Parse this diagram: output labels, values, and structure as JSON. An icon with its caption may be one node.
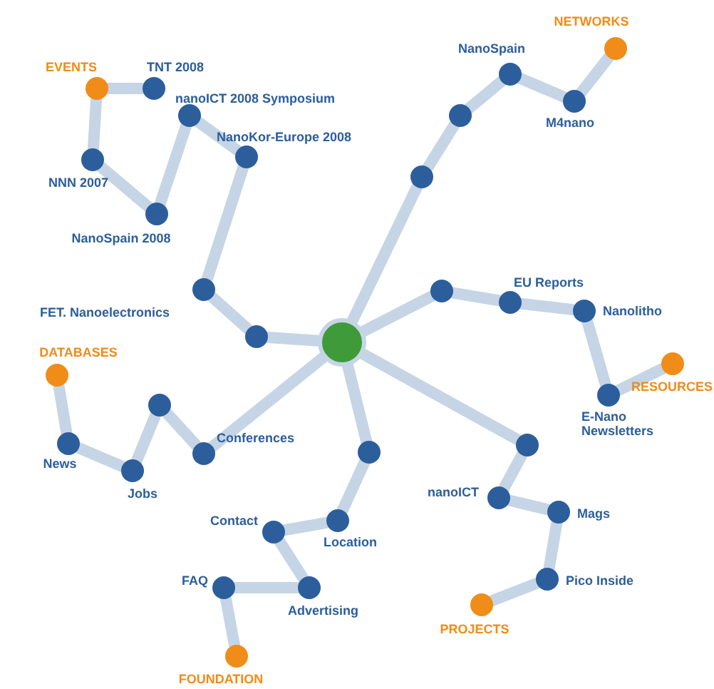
{
  "diagram": {
    "nodes": [
      {
        "text": [],
        "shape": "circle"
      },
      {
        "text": [
          "EVENTS"
        ]
      },
      {
        "text": [
          "TNT 2008"
        ]
      },
      {
        "text": [
          "nanoICT 2008 Symposium"
        ]
      },
      {
        "text": [
          "NanoKor-Europe 2008"
        ]
      },
      {
        "text": [
          "NNN 2007"
        ]
      },
      {
        "text": [
          "NanoSpain 2008"
        ]
      },
      {
        "text": [
          "FET. Nanoelectronics"
        ]
      },
      {
        "text": [],
        "shape": "circle"
      },
      {
        "text": [
          "NETWORKS"
        ]
      },
      {
        "text": [
          "NanoSpain"
        ]
      },
      {
        "text": [
          "M4nano"
        ]
      },
      {
        "text": [],
        "shape": "circle"
      },
      {
        "text": [],
        "shape": "circle"
      },
      {
        "text": [],
        "shape": "circle"
      },
      {
        "text": [
          "EU Reports"
        ]
      },
      {
        "text": [
          "Nanolitho"
        ]
      },
      {
        "text": [
          "RESOURCES"
        ]
      },
      {
        "text": [
          "E-Nano Newsletters"
        ]
      },
      {
        "text": [],
        "shape": "circle"
      },
      {
        "text": [
          "nanoICT"
        ]
      },
      {
        "text": [
          "Mags"
        ]
      },
      {
        "text": [
          "Pico Inside"
        ]
      },
      {
        "text": [
          "PROJECTS"
        ]
      },
      {
        "text": [],
        "shape": "circle"
      },
      {
        "text": [
          "Location"
        ]
      },
      {
        "text": [
          "Contact"
        ]
      },
      {
        "text": [
          "FAQ"
        ]
      },
      {
        "text": [
          "Advertising"
        ]
      },
      {
        "text": [
          "FOUNDATION"
        ]
      },
      {
        "text": [
          "DATABASES"
        ]
      },
      {
        "text": [],
        "shape": "circle"
      },
      {
        "text": [
          "Conferences"
        ]
      },
      {
        "text": [
          "News"
        ]
      },
      {
        "text": [
          "Jobs"
        ]
      }
    ],
    "edges": [
      {
        "from": 0,
        "to": 8,
        "arrow": "none"
      },
      {
        "from": 8,
        "to": 7,
        "arrow": "none"
      },
      {
        "from": 7,
        "to": 4,
        "arrow": "none"
      },
      {
        "from": 4,
        "to": 3,
        "arrow": "none"
      },
      {
        "from": 3,
        "to": 6,
        "arrow": "none"
      },
      {
        "from": 6,
        "to": 5,
        "arrow": "none"
      },
      {
        "from": 5,
        "to": 1,
        "arrow": "none"
      },
      {
        "from": 1,
        "to": 2,
        "arrow": "none"
      },
      {
        "from": 0,
        "to": 13,
        "arrow": "none"
      },
      {
        "from": 13,
        "to": 12,
        "arrow": "none"
      },
      {
        "from": 12,
        "to": 10,
        "arrow": "none"
      },
      {
        "from": 10,
        "to": 11,
        "arrow": "none"
      },
      {
        "from": 11,
        "to": 9,
        "arrow": "none"
      },
      {
        "from": 0,
        "to": 14,
        "arrow": "none"
      },
      {
        "from": 14,
        "to": 15,
        "arrow": "none"
      },
      {
        "from": 15,
        "to": 16,
        "arrow": "none"
      },
      {
        "from": 16,
        "to": 18,
        "arrow": "none"
      },
      {
        "from": 18,
        "to": 17,
        "arrow": "none"
      },
      {
        "from": 0,
        "to": 19,
        "arrow": "none"
      },
      {
        "from": 19,
        "to": 20,
        "arrow": "none"
      },
      {
        "from": 20,
        "to": 21,
        "arrow": "none"
      },
      {
        "from": 21,
        "to": 22,
        "arrow": "none"
      },
      {
        "from": 22,
        "to": 23,
        "arrow": "none"
      },
      {
        "from": 0,
        "to": 24,
        "arrow": "none"
      },
      {
        "from": 24,
        "to": 25,
        "arrow": "none"
      },
      {
        "from": 25,
        "to": 26,
        "arrow": "none"
      },
      {
        "from": 26,
        "to": 28,
        "arrow": "none"
      },
      {
        "from": 28,
        "to": 27,
        "arrow": "none"
      },
      {
        "from": 27,
        "to": 29,
        "arrow": "none"
      },
      {
        "from": 0,
        "to": 32,
        "arrow": "none"
      },
      {
        "from": 32,
        "to": 31,
        "arrow": "none"
      },
      {
        "from": 31,
        "to": 34,
        "arrow": "none"
      },
      {
        "from": 34,
        "to": 33,
        "arrow": "none"
      },
      {
        "from": 33,
        "to": 30,
        "arrow": "none"
      }
    ]
  }
}
